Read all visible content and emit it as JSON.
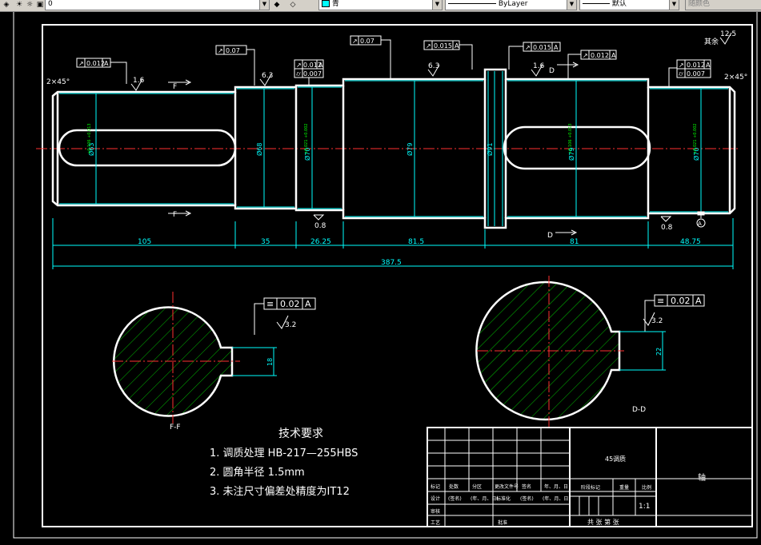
{
  "toolbar": {
    "layer_value": "0",
    "color_value": "青",
    "linetype_value": "ByLayer",
    "lineweight_value": "默认",
    "plotstyle_value": "随颜色"
  },
  "drawing": {
    "dims": {
      "d105": "105",
      "d35": "35",
      "d26_25": "26.25",
      "d81_5": "81.5",
      "d81": "81",
      "d48_75": "48.75",
      "d387_5": "387.5",
      "phi68": "Ø68",
      "phi79": "Ø79",
      "phi91": "Ø91",
      "phi63": "Ø63",
      "phi70a": "Ø70",
      "phi79b": "Ø79",
      "phi70b": "Ø70",
      "tol63": "+0.106 +0.013",
      "tol70a": "+0.021 +0.002",
      "tol79b": "+0.106 +0.013",
      "tol70b": "+0.021 +0.002",
      "key18": "18",
      "key22": "22"
    },
    "tolerances": {
      "runout_a": "0.012",
      "runout_b": "0.07",
      "runout_c": "0.012",
      "cyl_c": "0.007",
      "runout_d": "0.07",
      "runout_e": "0.015",
      "runout_f": "0.015",
      "runout_g": "0.012",
      "runout_h": "0.012",
      "cyl_h": "0.007",
      "datum_a": "A",
      "sym_1": "0.02",
      "sym_2": "0.02"
    },
    "labels": {
      "chamfer_left": "2×45°",
      "chamfer_right": "2×45°",
      "rough_1": "1.6",
      "rough_2": "6.3",
      "rough_3": "6.3",
      "rough_4": "1.6",
      "rough_5": "0.8",
      "rough_6": "0.8",
      "rough_7": "3.2",
      "rough_8": "3.2",
      "rough_rest": "12.5",
      "rest_label": "其余",
      "section_f": "F",
      "section_d": "D",
      "section_ff": "F-F",
      "section_dd": "D-D",
      "datum_a": "A"
    },
    "tech": {
      "title": "技术要求",
      "item1": "1. 调质处理 HB-217—255HBS",
      "item2": "2. 圆角半径  1.5mm",
      "item3": "3. 未注尺寸偏差处精度为IT12"
    },
    "title_block": {
      "material": "45调质",
      "part_name": "轴",
      "h_mark": "标记",
      "h_count": "处数",
      "h_zone": "分区",
      "h_docno": "更改文件号",
      "h_sign": "签名",
      "h_date": "年、月、日",
      "r_design": "设计",
      "r_std": "(签名)",
      "r_date1": "(年、月、日)",
      "r_stdz": "标准化",
      "r_sign2": "(签名)",
      "r_date2": "(年、月、日)",
      "r_stage": "阶段标记",
      "r_weight": "重量",
      "r_scale": "比例",
      "r_check": "审核",
      "r_process": "工艺",
      "r_approve": "批准",
      "scale_value": "1:1",
      "sheet": "共 张 第 张"
    }
  }
}
